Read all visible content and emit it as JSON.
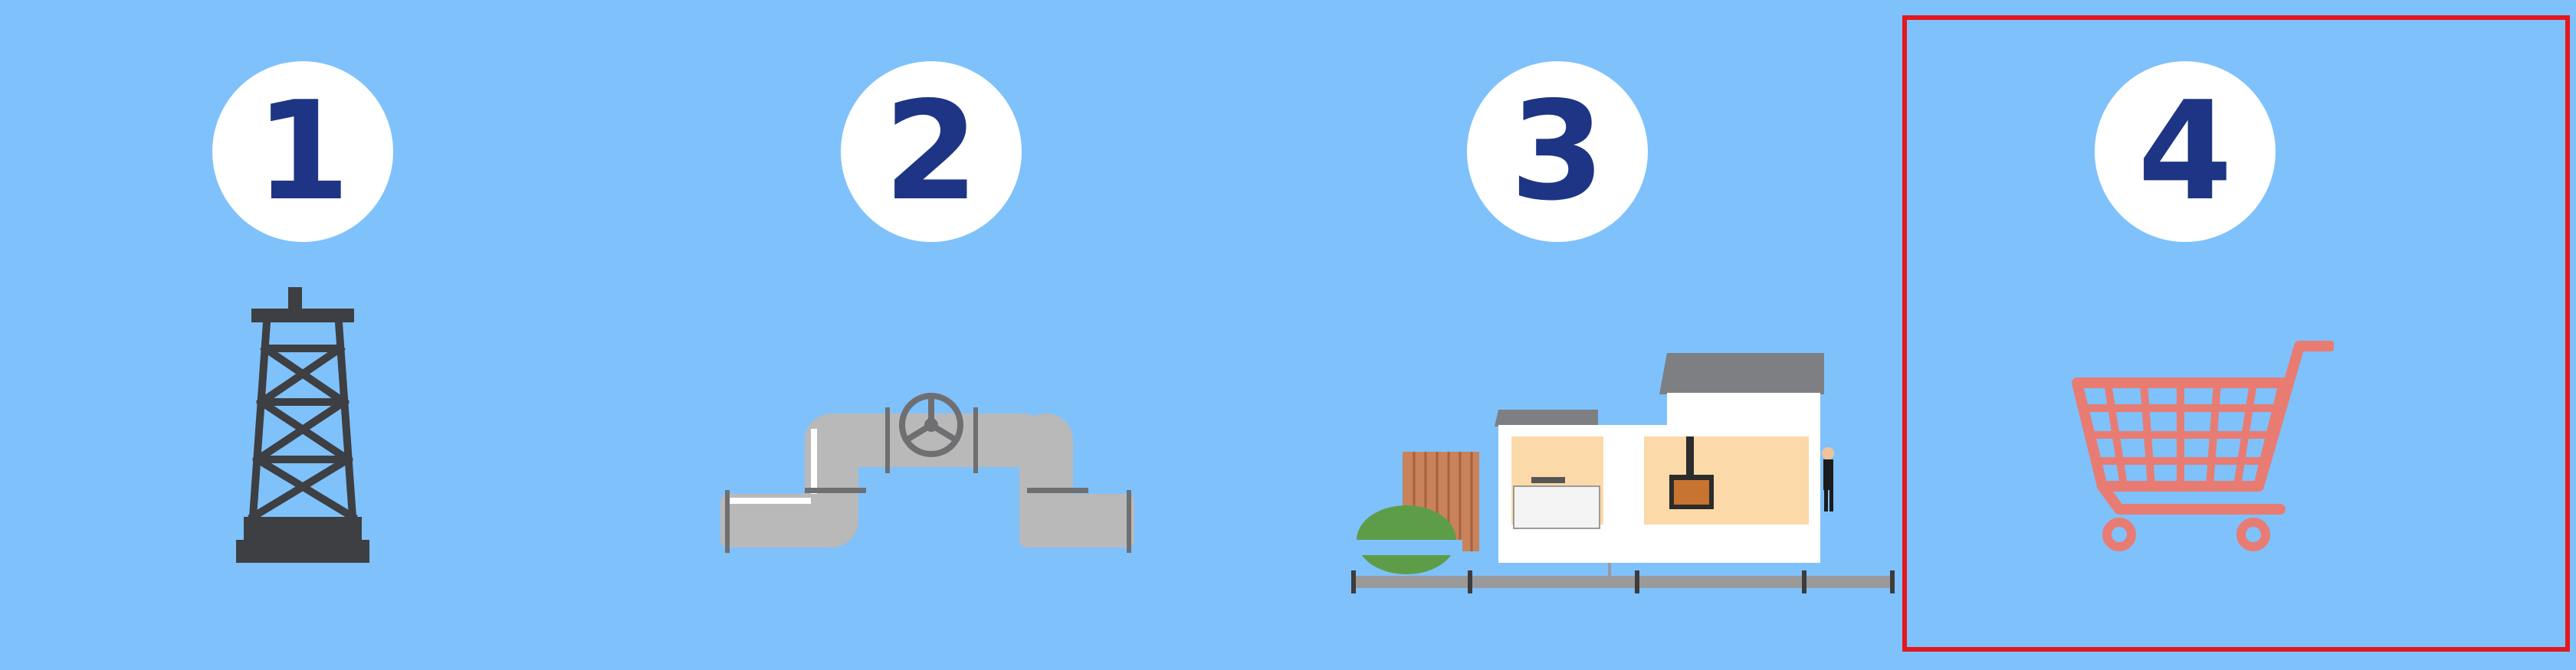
{
  "steps": [
    {
      "number": "1",
      "icon": "oil-derrick-icon"
    },
    {
      "number": "2",
      "icon": "pipeline-valve-icon"
    },
    {
      "number": "3",
      "icon": "house-gas-supply-icon"
    },
    {
      "number": "4",
      "icon": "shopping-cart-icon"
    }
  ],
  "highlighted_step": "4",
  "colors": {
    "background": "#7fc1fb",
    "badge": "#ffffff",
    "number": "#1d3584",
    "highlight_border": "#e5171d",
    "cart": "#e87c73"
  }
}
